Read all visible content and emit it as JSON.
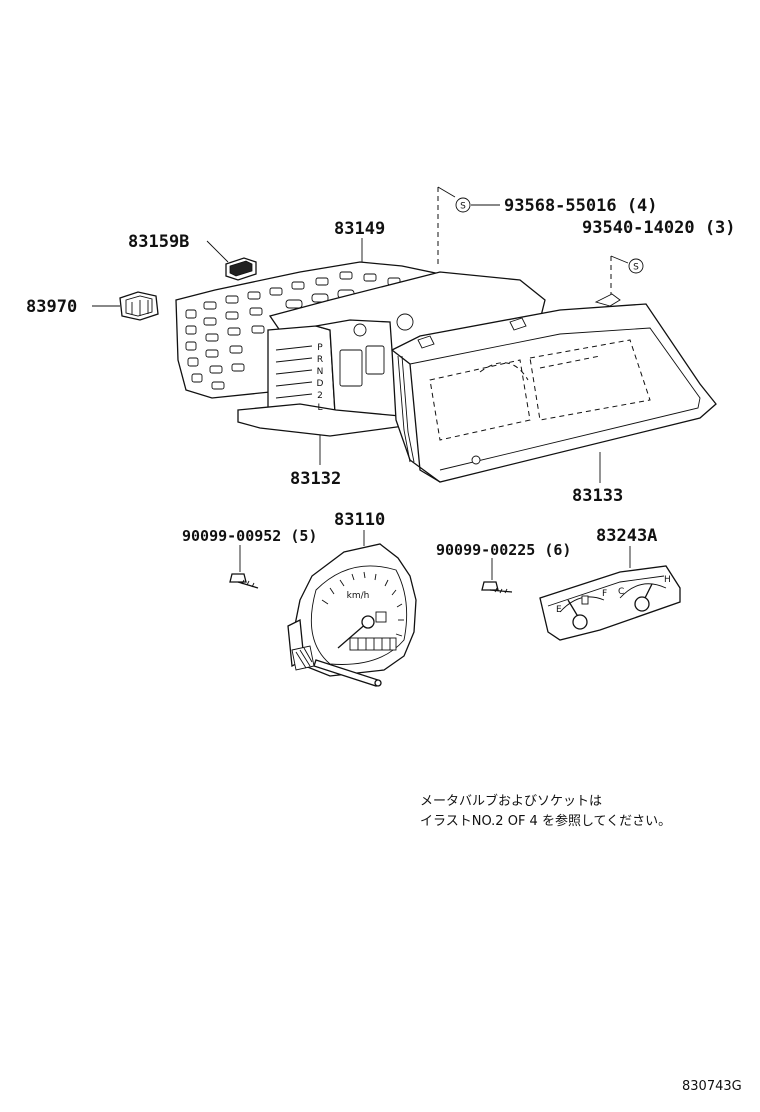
{
  "parts": [
    {
      "id": "93568-55016",
      "label": "93568-55016 (4)"
    },
    {
      "id": "93540-14020",
      "label": "93540-14020 (3)"
    },
    {
      "id": "83149",
      "label": "83149"
    },
    {
      "id": "83159B",
      "label": "83159B"
    },
    {
      "id": "83970",
      "label": "83970"
    },
    {
      "id": "83132",
      "label": "83132"
    },
    {
      "id": "83133",
      "label": "83133"
    },
    {
      "id": "83110",
      "label": "83110"
    },
    {
      "id": "90099-00952",
      "label": "90099-00952 (5)"
    },
    {
      "id": "90099-00225",
      "label": "90099-00225 (6)"
    },
    {
      "id": "83243A",
      "label": "83243A"
    }
  ],
  "symbols": {
    "screw_mark": "S"
  },
  "gauge_text": {
    "speed_unit": "km/h",
    "fuel_empty": "E",
    "fuel_full": "F",
    "temp_cold": "C",
    "temp_hot": "H"
  },
  "shift_indicator": [
    "P",
    "R",
    "N",
    "D",
    "2",
    "L"
  ],
  "note": {
    "line1": "メータバルブおよびソケットは",
    "line2": "イラストNO.2 OF 4 を参照してください。"
  },
  "drawing_number": "830743G"
}
